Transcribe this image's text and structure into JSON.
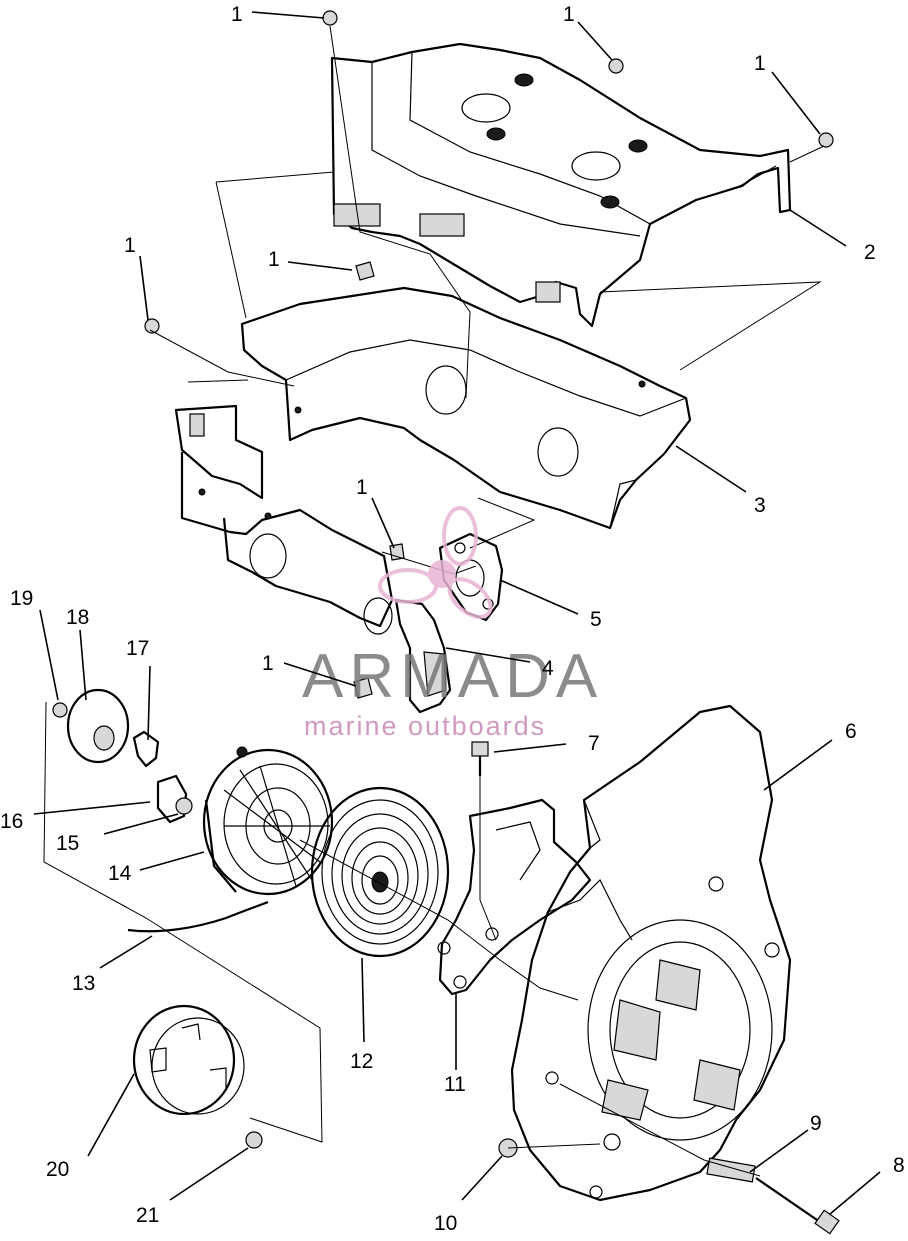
{
  "callouts": [
    {
      "id": "c1a",
      "label": "1"
    },
    {
      "id": "c1b",
      "label": "1"
    },
    {
      "id": "c1c",
      "label": "1"
    },
    {
      "id": "c1d",
      "label": "1"
    },
    {
      "id": "c1e",
      "label": "1"
    },
    {
      "id": "c1f",
      "label": "1"
    },
    {
      "id": "c1g",
      "label": "1"
    },
    {
      "id": "c2",
      "label": "2"
    },
    {
      "id": "c3",
      "label": "3"
    },
    {
      "id": "c4",
      "label": "4"
    },
    {
      "id": "c5",
      "label": "5"
    },
    {
      "id": "c6",
      "label": "6"
    },
    {
      "id": "c7",
      "label": "7"
    },
    {
      "id": "c8",
      "label": "8"
    },
    {
      "id": "c9",
      "label": "9"
    },
    {
      "id": "c10",
      "label": "10"
    },
    {
      "id": "c11",
      "label": "11"
    },
    {
      "id": "c12",
      "label": "12"
    },
    {
      "id": "c13",
      "label": "13"
    },
    {
      "id": "c14",
      "label": "14"
    },
    {
      "id": "c15",
      "label": "15"
    },
    {
      "id": "c16",
      "label": "16"
    },
    {
      "id": "c17",
      "label": "17"
    },
    {
      "id": "c18",
      "label": "18"
    },
    {
      "id": "c19",
      "label": "19"
    },
    {
      "id": "c20",
      "label": "20"
    },
    {
      "id": "c21",
      "label": "21"
    }
  ],
  "watermark": {
    "title": "ARMADA",
    "subtitle": "marine outboards",
    "accent_color": "#e8b4d4",
    "text_color": "#777777"
  }
}
